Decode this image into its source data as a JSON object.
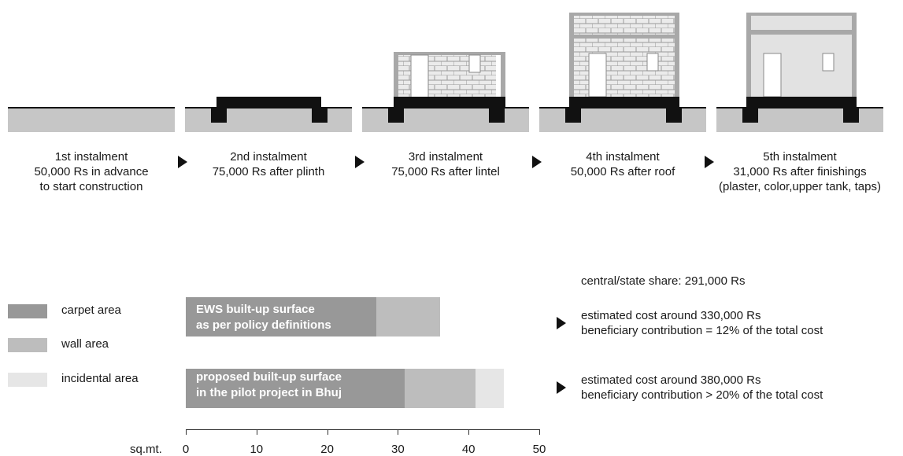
{
  "stages": [
    {
      "title": "1st instalment",
      "lines": [
        "50,000 Rs in advance",
        "to start construction"
      ]
    },
    {
      "title": "2nd instalment",
      "lines": [
        "75,000 Rs after plinth"
      ]
    },
    {
      "title": "3rd instalment",
      "lines": [
        "75,000 Rs after lintel"
      ]
    },
    {
      "title": "4th instalment",
      "lines": [
        "50,000 Rs after roof"
      ]
    },
    {
      "title": "5th instalment",
      "lines": [
        "31,000 Rs after finishings",
        "(plaster, color,upper tank, taps)"
      ]
    }
  ],
  "legend": [
    {
      "label": "carpet area",
      "color": "#989898"
    },
    {
      "label": "wall area",
      "color": "#bdbdbd"
    },
    {
      "label": "incidental area",
      "color": "#e6e6e6"
    }
  ],
  "bars": [
    {
      "label_lines": [
        "EWS built-up surface",
        "as per policy definitions"
      ],
      "carpet": 27,
      "wall": 9,
      "incidental": 0
    },
    {
      "label_lines": [
        "proposed built-up surface",
        "in the pilot project in Bhuj"
      ],
      "carpet": 31,
      "wall": 10,
      "incidental": 4
    }
  ],
  "axis": {
    "unit_label": "sq.mt.",
    "ticks": [
      0,
      10,
      20,
      30,
      40,
      50
    ],
    "max": 50
  },
  "info": {
    "share": "central/state share: 291,000 Rs",
    "rows": [
      {
        "lines": [
          "estimated cost around 330,000 Rs",
          "beneficiary contribution = 12% of the total cost"
        ]
      },
      {
        "lines": [
          "estimated cost around 380,000 Rs",
          "beneficiary contribution > 20% of the total cost"
        ]
      }
    ]
  },
  "colors": {
    "ground": "#c6c6c6",
    "wall_frame": "#a8a8a8",
    "brick_fill": "#ebebeb",
    "finished_wall": "#e2e2e2",
    "structure": "#111111"
  }
}
